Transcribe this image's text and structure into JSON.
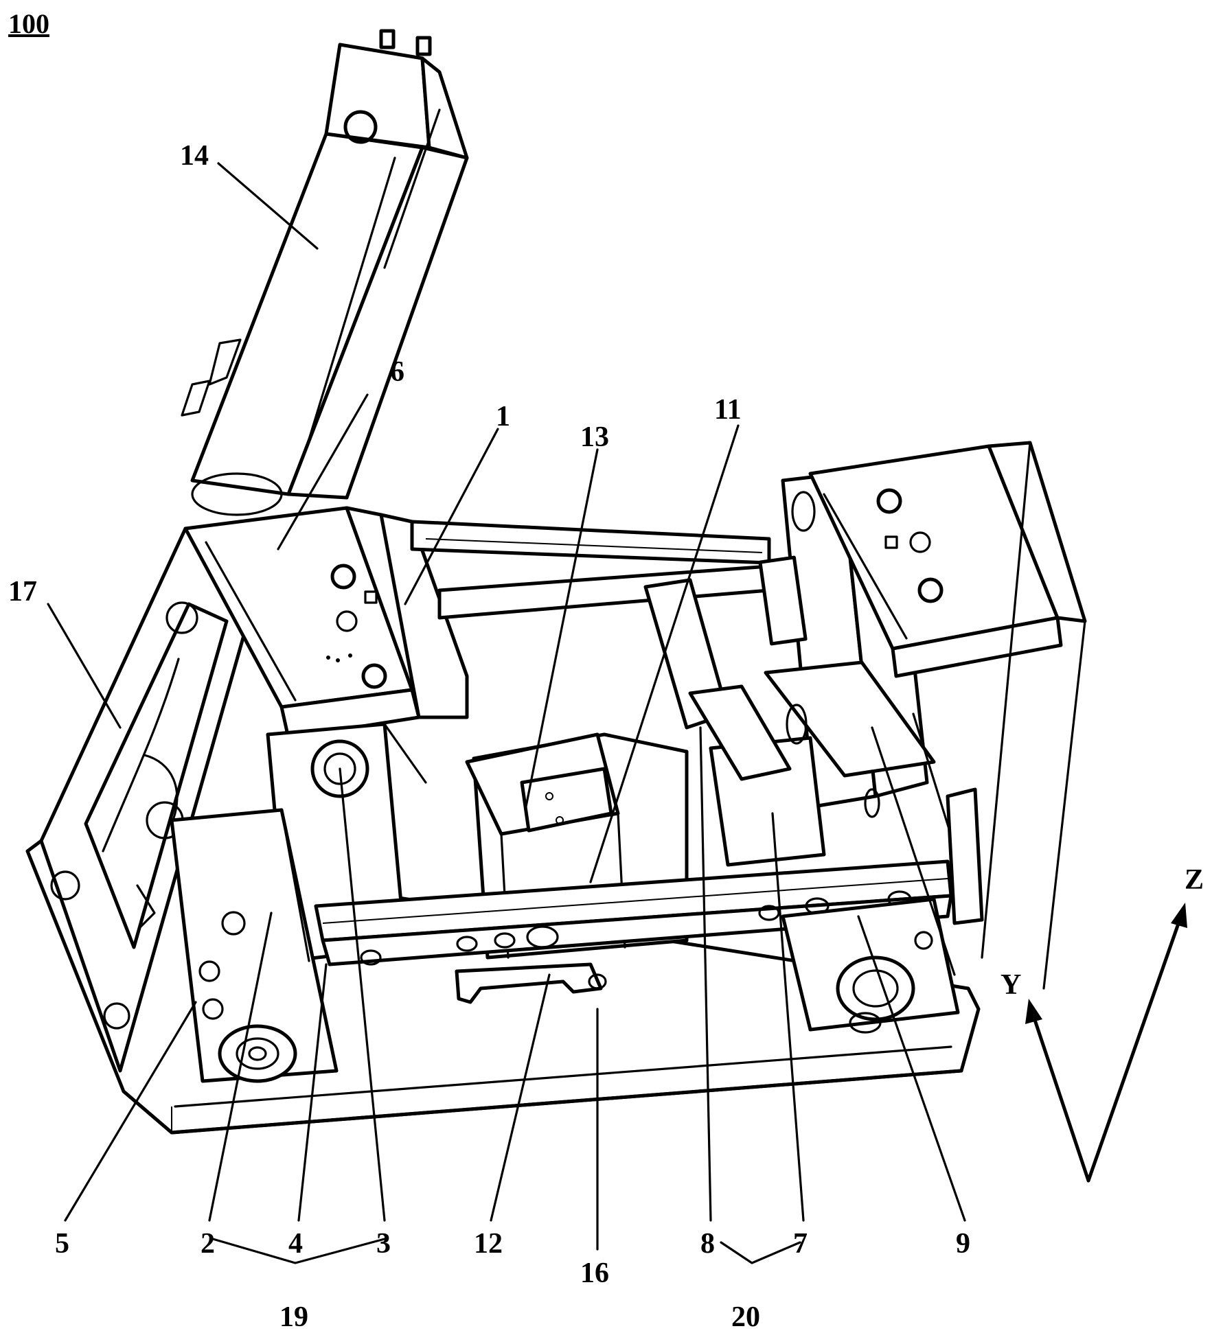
{
  "figure": {
    "id_label": "100"
  },
  "labels": {
    "l1": "1",
    "l2": "2",
    "l3": "3",
    "l4": "4",
    "l5": "5",
    "l6": "6",
    "l7": "7",
    "l8": "8",
    "l9": "9",
    "l11": "11",
    "l12": "12",
    "l13": "13",
    "l14": "14",
    "l16": "16",
    "l17": "17",
    "l19": "19",
    "l20": "20"
  },
  "axes": {
    "y": "Y",
    "z": "Z"
  }
}
